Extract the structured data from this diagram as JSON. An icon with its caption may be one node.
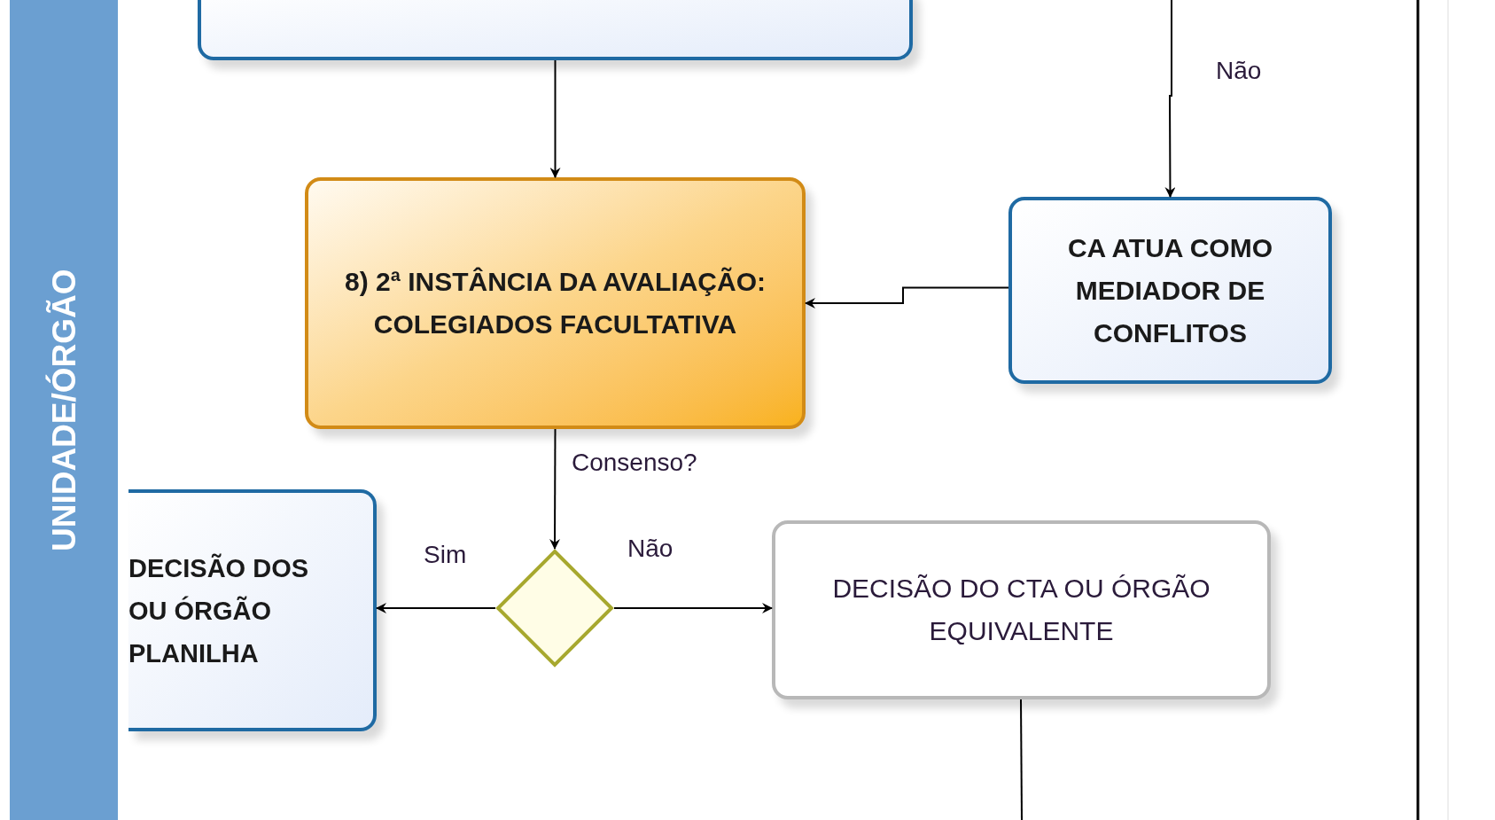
{
  "diagram": {
    "nodes": [
      {
        "text": [
          "UNIDADE/ÓRGÃO"
        ]
      },
      {
        "text": [],
        "shape": "box"
      },
      {
        "text": [
          "8) 2ª INSTÂNCIA DA AVALIAÇÃO: COLEGIADOS FACULTATIVA"
        ]
      },
      {
        "text": [
          "CA ATUA COMO MEDIADOR DE CONFLITOS"
        ]
      },
      {
        "text": [
          "DECISÃO DOS OU ÓRGÃO PLANILHA"
        ]
      },
      {
        "text": [],
        "shape": "diamond"
      },
      {
        "text": [
          "DECISÃO DO CTA OU ÓRGÃO EQUIVALENTE"
        ]
      }
    ],
    "edges": [
      {
        "from": null,
        "to": 3,
        "arrow": "to",
        "label": "Não"
      },
      {
        "from": 1,
        "to": 2,
        "arrow": "to"
      },
      {
        "from": 3,
        "to": 2,
        "arrow": "to"
      },
      {
        "from": 2,
        "to": 5,
        "arrow": "to",
        "label": "Consenso?"
      },
      {
        "from": 5,
        "to": 4,
        "arrow": "to",
        "label": "Sim"
      },
      {
        "from": 5,
        "to": 6,
        "arrow": "to",
        "label": "Não"
      },
      {
        "from": 6,
        "to": null,
        "arrow": "none"
      }
    ]
  }
}
